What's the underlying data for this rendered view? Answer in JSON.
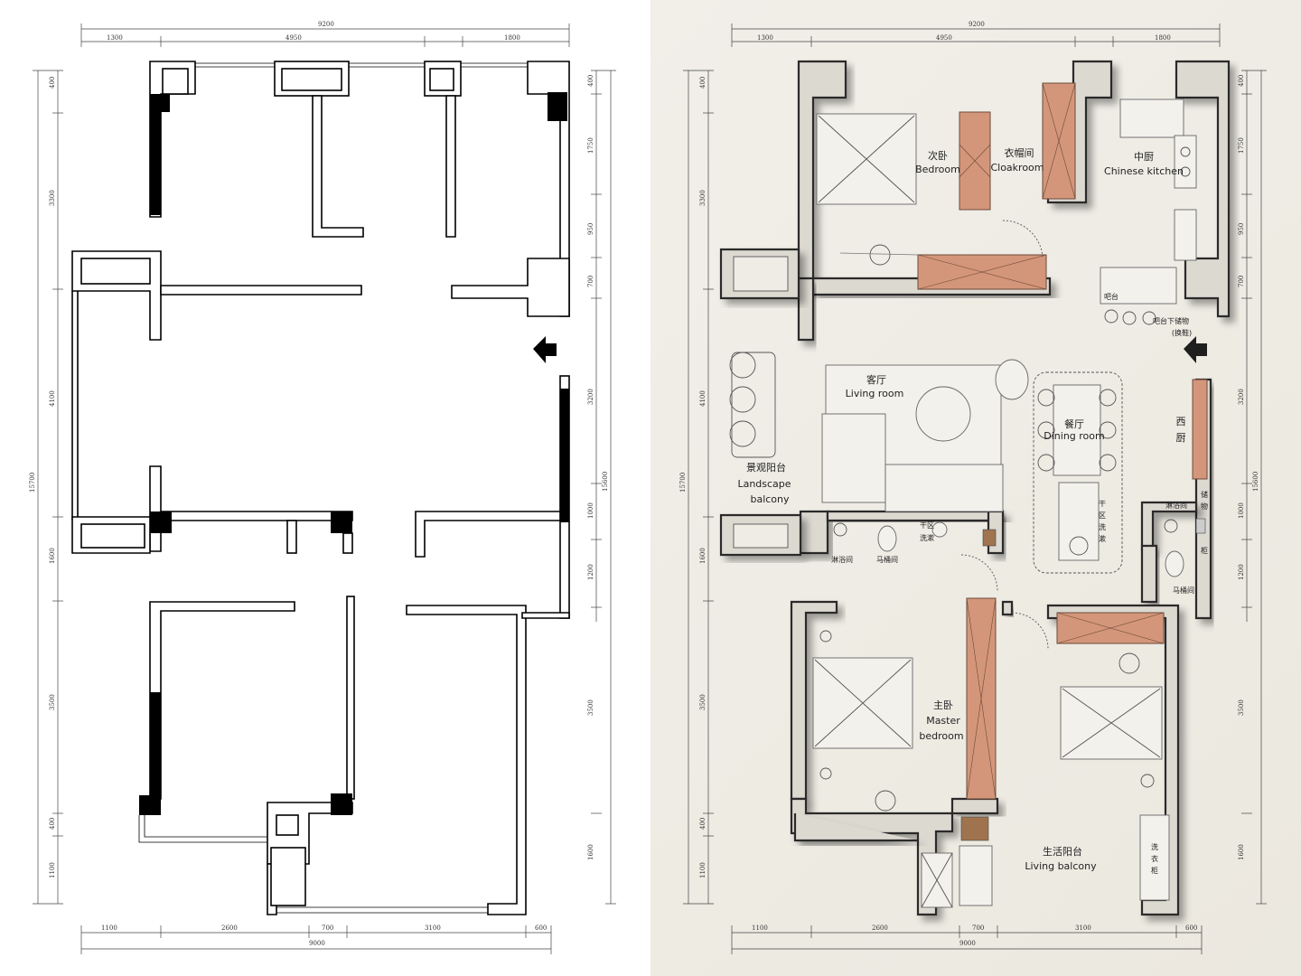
{
  "dimensions": {
    "top_total": "9200",
    "top_segments": [
      "1300",
      "4950",
      "1800"
    ],
    "bottom_segments": [
      "1100",
      "2600",
      "700",
      "3100",
      "600"
    ],
    "bottom_total": "9000",
    "left_total": "15700",
    "left_segments": [
      "400",
      "3300",
      "4100",
      "1600",
      "3500",
      "400",
      "1100"
    ],
    "right_total": "15600",
    "right_segments": [
      "400",
      "1750",
      "950",
      "700",
      "3200",
      "1000",
      "1200",
      "3500",
      "1600"
    ]
  },
  "rooms": {
    "secondary_bedroom": {
      "cn": "次卧",
      "en": "Bedroom"
    },
    "cloakroom": {
      "cn": "衣帽间",
      "en": "Cloakroom"
    },
    "chinese_kitchen": {
      "cn": "中厨",
      "en": "Chinese kitchen"
    },
    "bar": {
      "cn": "吧台"
    },
    "bar_storage": {
      "cn": "吧台下储物",
      "cn2": "(换鞋)"
    },
    "living_room": {
      "cn": "客厅",
      "en": "Living room"
    },
    "dining_room": {
      "cn": "餐厅",
      "en": "Dining room"
    },
    "western_kitchen": {
      "cn1": "西",
      "cn2": "厨"
    },
    "landscape_balcony": {
      "cn": "景观阳台",
      "en1": "Landscape",
      "en2": "balcony"
    },
    "dry_wash": {
      "cn1": "干区",
      "cn2": "洗漱"
    },
    "dry_wash_vertical": {
      "c1": "干",
      "c2": "区",
      "c3": "洗",
      "c4": "漱"
    },
    "shower_left": {
      "cn": "淋浴间"
    },
    "toilet_left": {
      "cn": "马桶间"
    },
    "shower_right": {
      "cn": "淋浴间"
    },
    "toilet_right": {
      "cn": "马桶间"
    },
    "cabinet_right": {
      "c1": "储",
      "c2": "物",
      "c3": "柜"
    },
    "master_bedroom": {
      "cn": "主卧",
      "en1": "Master",
      "en2": "bedroom"
    },
    "living_balcony": {
      "cn": "生活阳台",
      "en": "Living balcony"
    },
    "laundry": {
      "c1": "洗",
      "c2": "衣",
      "c3": "柜"
    }
  }
}
